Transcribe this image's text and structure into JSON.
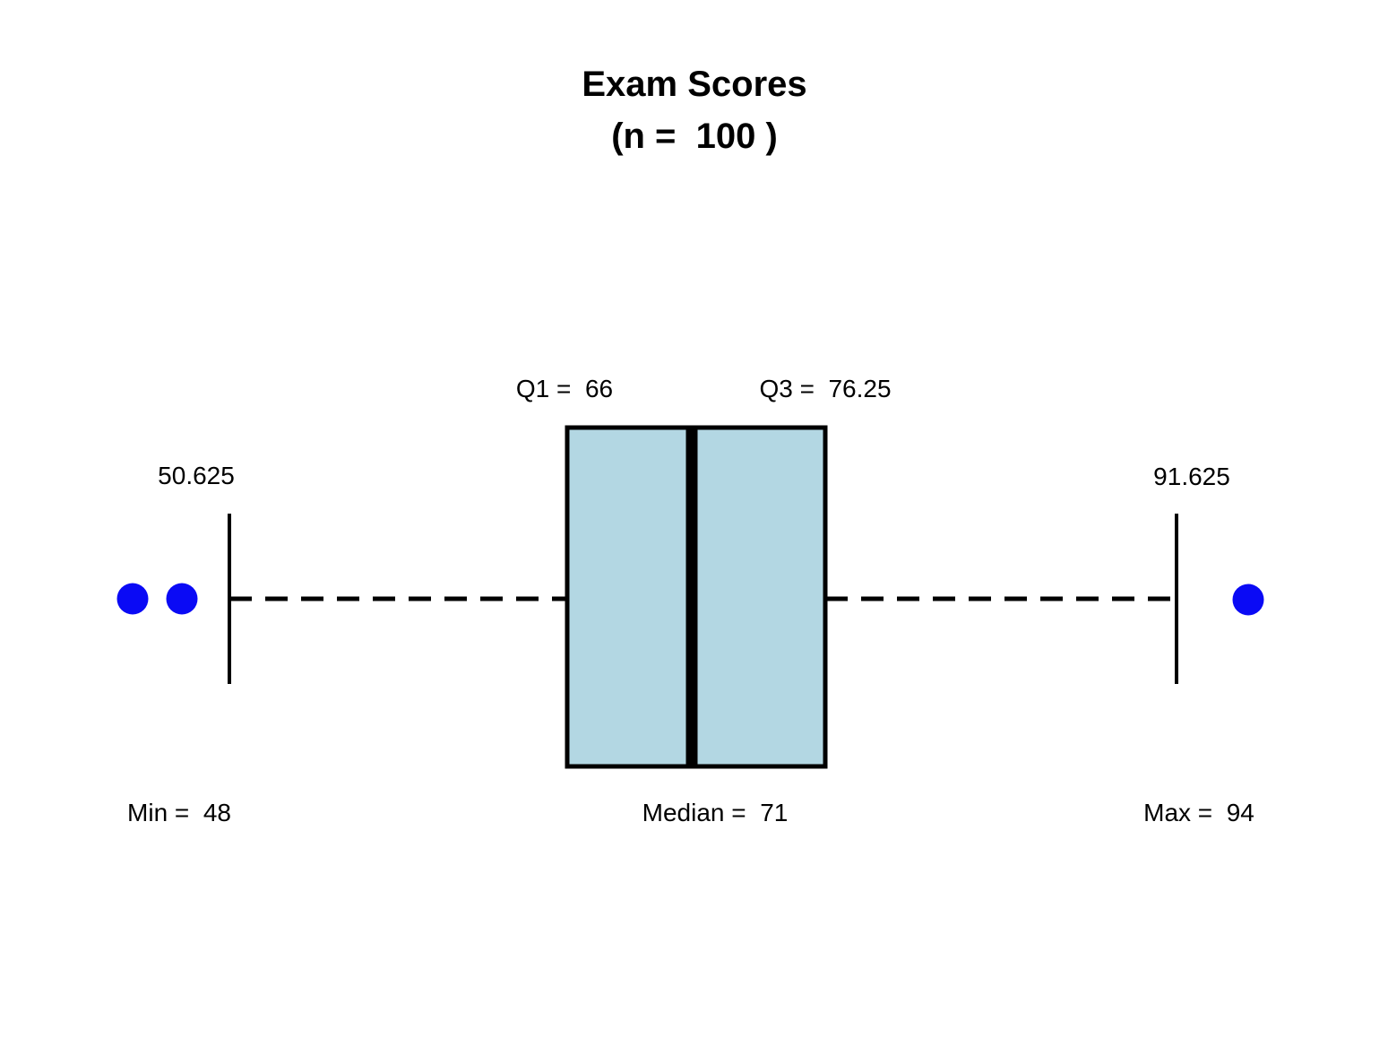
{
  "title": {
    "line1": "Exam Scores",
    "line2": "(n =  100 )"
  },
  "labels": {
    "q1": "Q1 =  66",
    "q3": "Q3 =  76.25",
    "lower_fence": "50.625",
    "upper_fence": "91.625",
    "min": "Min =  48",
    "median": "Median =  71",
    "max": "Max =  94"
  },
  "chart_data": {
    "type": "boxplot",
    "orientation": "horizontal",
    "title": "Exam Scores",
    "subtitle": "(n =  100 )",
    "n": 100,
    "stats": {
      "min": 48,
      "q1": 66,
      "median": 71,
      "q3": 76.25,
      "max": 94,
      "lower_fence": 50.625,
      "upper_fence": 91.625
    },
    "outliers": {
      "low_count": 2,
      "high_count": 1,
      "values_estimated": [
        46,
        48,
        94
      ]
    },
    "whisker_style": "dashed",
    "legend": "none",
    "grid": false,
    "box_fill": "#B3D7E3",
    "outlier_color": "#0A0AF5",
    "line_color": "#000000",
    "background": "#FFFFFF"
  }
}
